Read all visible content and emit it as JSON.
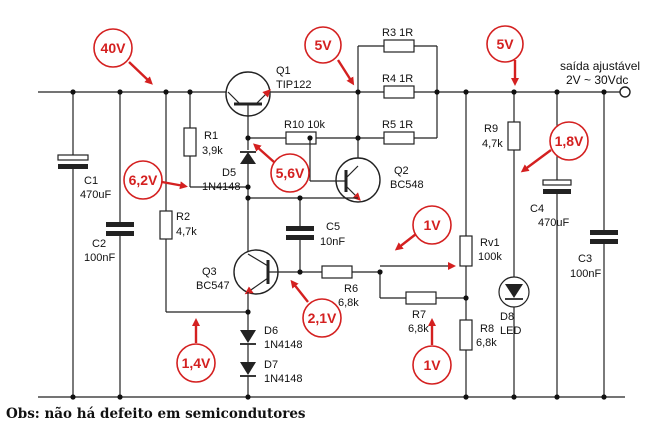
{
  "output": {
    "line1": "saída ajustável",
    "line2": "2V ~ 30Vdc"
  },
  "components": {
    "q1": {
      "name": "Q1",
      "part": "TIP122"
    },
    "q2": {
      "name": "Q2",
      "part": "BC548"
    },
    "q3": {
      "name": "Q3",
      "part": "BC547"
    },
    "r1": {
      "name": "R1",
      "value": "3,9k"
    },
    "r2": {
      "name": "R2",
      "value": "4,7k"
    },
    "r3": {
      "label": "R3 1R"
    },
    "r4": {
      "label": "R4 1R"
    },
    "r5": {
      "label": "R5 1R"
    },
    "r10": {
      "label": "R10 10k"
    },
    "r6": {
      "name": "R6",
      "value": "6,8k"
    },
    "r7": {
      "name": "R7",
      "value": "6,8k"
    },
    "r8": {
      "name": "R8",
      "value": "6,8k"
    },
    "r9": {
      "name": "R9",
      "value": "4,7k"
    },
    "rv1": {
      "name": "Rv1",
      "value": "100k"
    },
    "c1": {
      "name": "C1",
      "value": "470uF"
    },
    "c2": {
      "name": "C2",
      "value": "100nF"
    },
    "c3": {
      "name": "C3",
      "value": "100nF"
    },
    "c4": {
      "name": "C4",
      "value": "470uF"
    },
    "c5": {
      "name": "C5",
      "value": "10nF"
    },
    "d5": {
      "name": "D5",
      "part": "1N4148"
    },
    "d6": {
      "name": "D6",
      "part": "1N4148"
    },
    "d7": {
      "name": "D7",
      "part": "1N4148"
    },
    "d8": {
      "name": "D8",
      "part": "LED"
    }
  },
  "voltages": [
    "40V",
    "5V",
    "5V",
    "6,2V",
    "5,6V",
    "1,8V",
    "1V",
    "2,1V",
    "1,4V",
    "1V"
  ],
  "note": "Obs: não há defeito em semicondutores",
  "colors": {
    "badge": "#d42020",
    "wire": "#222222"
  }
}
